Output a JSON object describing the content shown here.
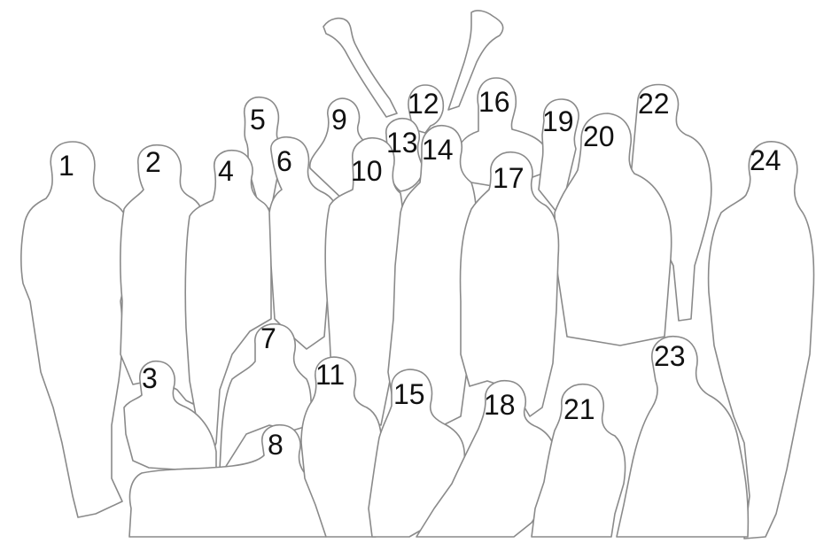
{
  "labels": [
    "1",
    "2",
    "3",
    "4",
    "5",
    "6",
    "7",
    "8",
    "9",
    "10",
    "11",
    "12",
    "13",
    "14",
    "15",
    "16",
    "17",
    "18",
    "19",
    "20",
    "21",
    "22",
    "23",
    "24"
  ],
  "style": {
    "outline_color": "#8a8a8a",
    "label_color": "#111111",
    "background": "#ffffff"
  }
}
